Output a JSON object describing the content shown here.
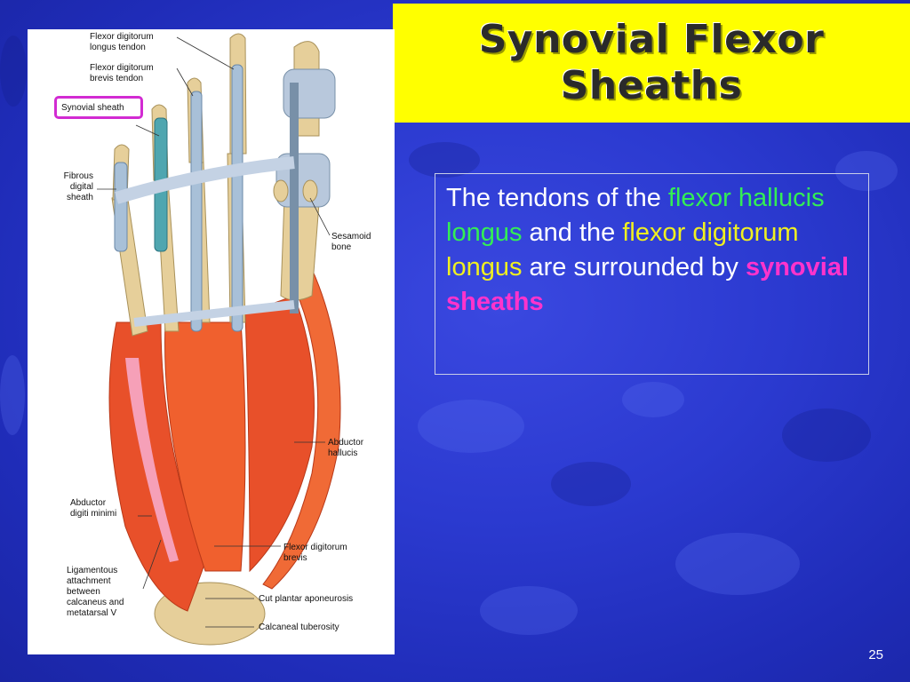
{
  "slide": {
    "title_line1": "Synovial Flexor",
    "title_line2": "Sheaths",
    "page_number": "25"
  },
  "body_text": {
    "part1": "The tendons of the ",
    "part2": "flexor hallucis longus",
    "part3": " and the ",
    "part4": "flexor digitorum longus",
    "part5": " are surrounded by ",
    "part6": "synovial sheaths"
  },
  "figure": {
    "labels": {
      "fdl_tendon_1": "Flexor digitorum",
      "fdl_tendon_2": "longus tendon",
      "fdb_tendon_1": "Flexor digitorum",
      "fdb_tendon_2": "brevis tendon",
      "synovial_sheath": "Synovial sheath",
      "fibrous_1": "Fibrous",
      "fibrous_2": "digital",
      "fibrous_3": "sheath",
      "sesamoid_1": "Sesamoid",
      "sesamoid_2": "bone",
      "abductor_h_1": "Abductor",
      "abductor_h_2": "hallucis",
      "abductor_dm_1": "Abductor",
      "abductor_dm_2": "digiti minimi",
      "fdb_1": "Flexor digitorum",
      "fdb_2": "brevis",
      "lig_1": "Ligamentous",
      "lig_2": "attachment",
      "lig_3": "between",
      "lig_4": "calcaneus and",
      "lig_5": "metatarsal V",
      "cut_plantar": "Cut plantar aponeurosis",
      "calcaneal": "Calcaneal tuberosity"
    }
  },
  "colors": {
    "title_bg": "#ffff00",
    "background": "#2b3ad0",
    "highlight_green": "#33ee55",
    "highlight_yellow": "#f0f020",
    "highlight_magenta": "#ff33cc",
    "sheath_box": "#d22bd2"
  }
}
